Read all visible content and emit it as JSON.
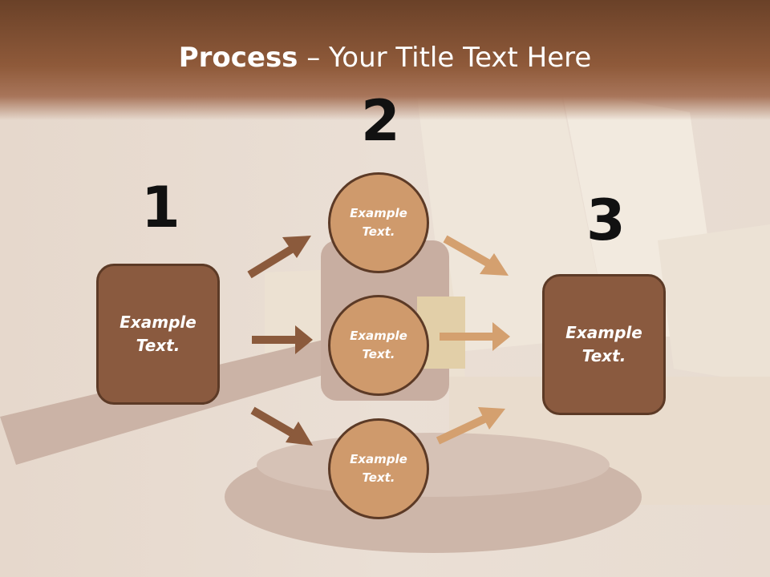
{
  "title": {
    "bold": "Process",
    "rest": " – Your Title Text Here"
  },
  "steps": {
    "one": "1",
    "two": "2",
    "three": "3"
  },
  "left_box": {
    "text": "Example\nText."
  },
  "right_box": {
    "text": "Example\nText."
  },
  "circles": [
    {
      "text": "Example\nText."
    },
    {
      "text": "Example\nText."
    },
    {
      "text": "Example\nText."
    }
  ],
  "colors": {
    "box": "#8a5a3f",
    "circle": "#cf9a6c",
    "arrow_dark": "#8b5a3c",
    "arrow_light": "#d4a06f",
    "outline": "#5c3a26"
  }
}
